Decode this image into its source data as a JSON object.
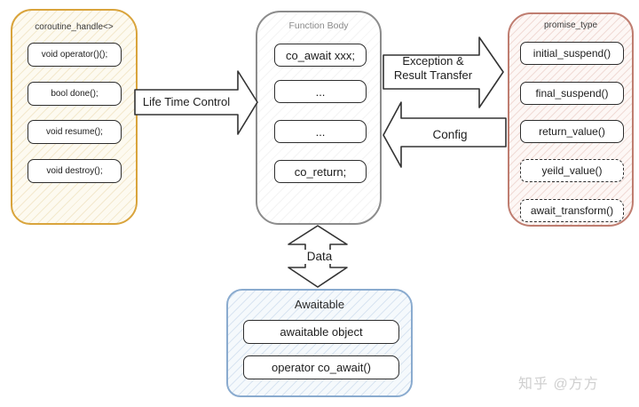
{
  "panels": {
    "coroutine_handle": {
      "title": "coroutine_handle<>",
      "border_color": "#d9a43c",
      "items": [
        "void operator()();",
        "bool done();",
        "void resume();",
        "void destroy();"
      ]
    },
    "function_body": {
      "title": "Function Body",
      "border_color": "#8c8c8c",
      "items": [
        "co_await xxx;",
        "...",
        "...",
        "co_return;"
      ]
    },
    "promise_type": {
      "title": "promise_type",
      "border_color": "#bf7d70",
      "items": [
        "initial_suspend()",
        "final_suspend()",
        "return_value()",
        "yeild_value()",
        "await_transform()"
      ],
      "item_styles": [
        "solid",
        "solid",
        "solid",
        "dashed",
        "dashed"
      ]
    },
    "awaitable": {
      "title": "Awaitable",
      "border_color": "#8aabcf",
      "items": [
        "awaitable object",
        "operator co_await()"
      ]
    }
  },
  "arrows": {
    "life_time_control": {
      "label": "Life Time Control",
      "direction": "right"
    },
    "exception_result": {
      "label_line1": "Exception &",
      "label_line2": "Result Transfer",
      "direction": "right"
    },
    "config": {
      "label": "Config",
      "direction": "left"
    },
    "data": {
      "label": "Data",
      "direction": "both"
    }
  },
  "watermark": "知乎 @方方"
}
